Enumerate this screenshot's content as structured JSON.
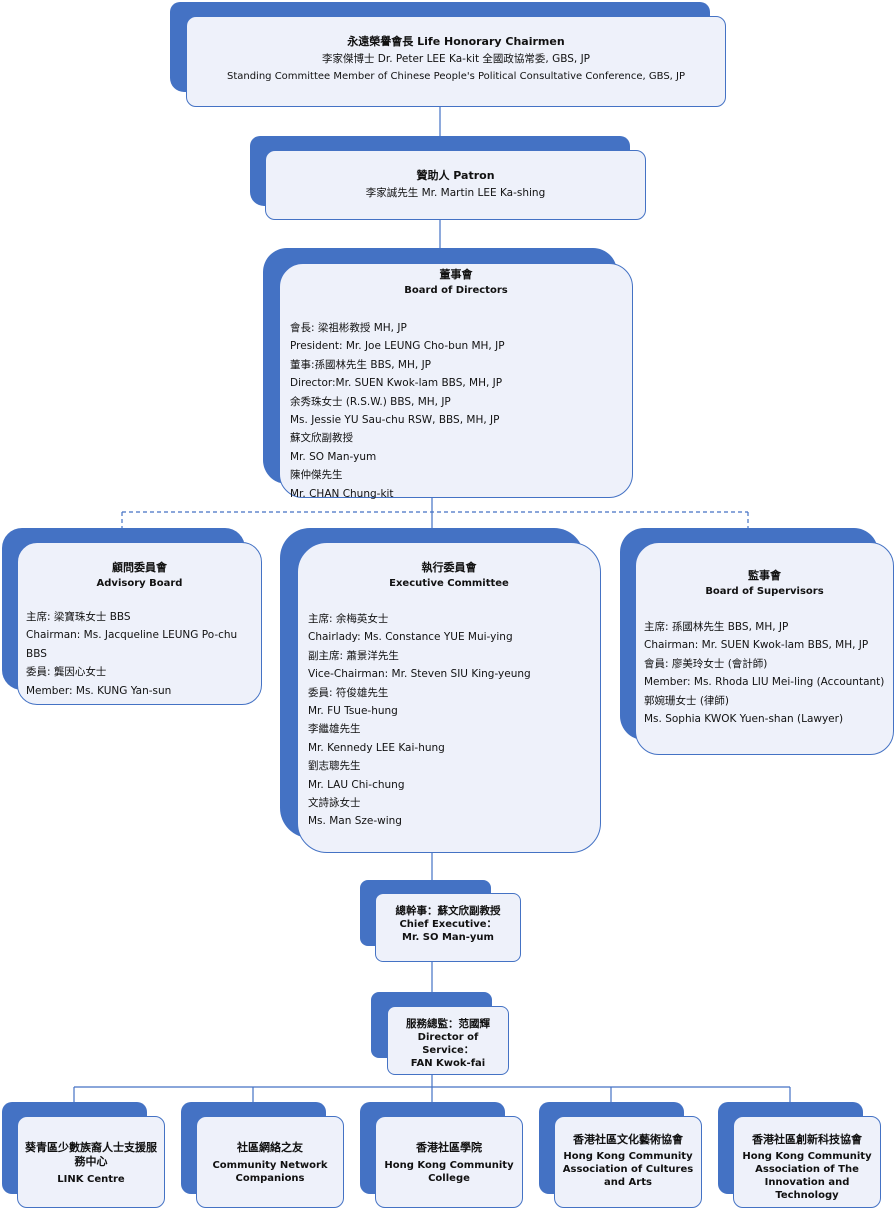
{
  "honorary": {
    "title": "永遠榮譽會長 Life Honorary Chairmen",
    "lines": [
      "李家傑博士 Dr. Peter LEE Ka-kit 全國政協常委, GBS, JP",
      "Standing Committee Member of Chinese People's Political Consultative Conference, GBS, JP"
    ]
  },
  "patron": {
    "title": "贊助人 Patron",
    "line": "李家誠先生 Mr. Martin LEE Ka-shing"
  },
  "board": {
    "title_zh": "董事會",
    "title_en": "Board of Directors",
    "lines": [
      "會長: 梁祖彬教授 MH, JP",
      "President: Mr. Joe LEUNG Cho-bun MH, JP",
      "董事:孫國林先生 BBS, MH, JP",
      "Director:Mr. SUEN Kwok-lam BBS, MH, JP",
      "余秀珠女士 (R.S.W.) BBS, MH, JP",
      "Ms. Jessie YU Sau-chu RSW, BBS, MH, JP",
      "蘇文欣副教授",
      "Mr. SO Man-yum",
      "陳仲傑先生",
      "Mr. CHAN Chung-kit"
    ]
  },
  "advisory": {
    "title_zh": "顧問委員會",
    "title_en": "Advisory Board",
    "lines": [
      "主席: 梁寶珠女士 BBS",
      "Chairman: Ms. Jacqueline LEUNG Po-chu BBS",
      "委員: 龔因心女士",
      "Member: Ms. KUNG Yan-sun"
    ]
  },
  "executive": {
    "title_zh": "執行委員會",
    "title_en": "Executive Committee",
    "lines": [
      "主席: 余梅英女士",
      "Chairlady: Ms. Constance YUE Mui-ying",
      "副主席: 蕭景洋先生",
      "Vice-Chairman: Mr. Steven SIU King-yeung",
      "委員: 符俊雄先生",
      "Mr. FU Tsue-hung",
      "李繼雄先生",
      "Mr. Kennedy LEE Kai-hung",
      "劉志聰先生",
      "Mr. LAU Chi-chung",
      "文詩詠女士",
      "Ms. Man Sze-wing"
    ]
  },
  "supervisors": {
    "title_zh": "監事會",
    "title_en": "Board of Supervisors",
    "lines": [
      "主席: 孫國林先生 BBS, MH, JP",
      "Chairman: Mr. SUEN Kwok-lam BBS, MH, JP",
      "會員: 廖美玲女士 (會計師)",
      "Member: Ms. Rhoda LIU Mei-ling (Accountant)",
      "郭婉珊女士 (律師)",
      "Ms. Sophia KWOK Yuen-shan (Lawyer)"
    ]
  },
  "chief": {
    "title_zh": "總幹事：蘇文欣副教授",
    "line1": "Chief Executive：",
    "line2": "Mr. SO Man-yum"
  },
  "director_service": {
    "title_zh": "服務總監：范國輝",
    "line1": "Director of Service：",
    "line2": "FAN Kwok-fai"
  },
  "units": [
    {
      "zh": "葵青區少數族裔人士支援服務中心",
      "en": "LINK Centre"
    },
    {
      "zh": "社區網絡之友",
      "en": "Community Network Companions"
    },
    {
      "zh": "香港社區學院",
      "en": "Hong Kong Community College"
    },
    {
      "zh": "香港社區文化藝術協會",
      "en": "Hong Kong Community Association of Cultures and Arts"
    },
    {
      "zh": "香港社區創新科技協會",
      "en": "Hong Kong Community Association of The Innovation and Technology"
    }
  ],
  "colors": {
    "accent": "#4472c4",
    "box_fill": "#eef1fa"
  }
}
